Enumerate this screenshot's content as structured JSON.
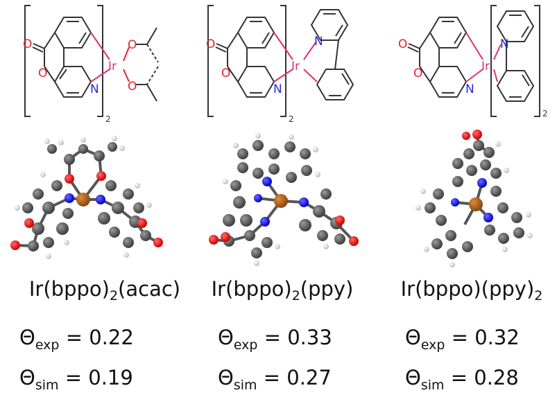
{
  "panels": [
    {
      "name_parts": {
        "a": "Ir(bppo)",
        "sub1": "2",
        "b": "(acac)",
        "sub2": ""
      },
      "bracket_sub": "2",
      "theta_exp": {
        "symbol": "Θ",
        "sub": "exp",
        "value": "= 0.22"
      },
      "theta_sim": {
        "symbol": "Θ",
        "sub": "sim",
        "value": "= 0.19"
      }
    },
    {
      "name_parts": {
        "a": "Ir(bppo)",
        "sub1": "2",
        "b": "(ppy)",
        "sub2": ""
      },
      "bracket_sub": "2",
      "theta_exp": {
        "symbol": "Θ",
        "sub": "exp",
        "value": "= 0.33"
      },
      "theta_sim": {
        "symbol": "Θ",
        "sub": "sim",
        "value": "= 0.27"
      }
    },
    {
      "name_parts": {
        "a": "Ir(bppo)(ppy)",
        "sub1": "",
        "b": "",
        "sub2": "2"
      },
      "bracket_sub": "2",
      "theta_exp": {
        "symbol": "Θ",
        "sub": "exp",
        "value": "= 0.32"
      },
      "theta_sim": {
        "symbol": "Θ",
        "sub": "sim",
        "value": "= 0.28"
      }
    }
  ],
  "atoms": {
    "O": "O",
    "N": "N",
    "Ir": "Ir"
  },
  "colors": {
    "oxygen": "#e8202a",
    "nitrogen": "#2a2ad8",
    "iridium": "#e0306a",
    "carbon_ball": "#555555",
    "iridium_ball": "#b5651d",
    "bond": "#333333"
  }
}
